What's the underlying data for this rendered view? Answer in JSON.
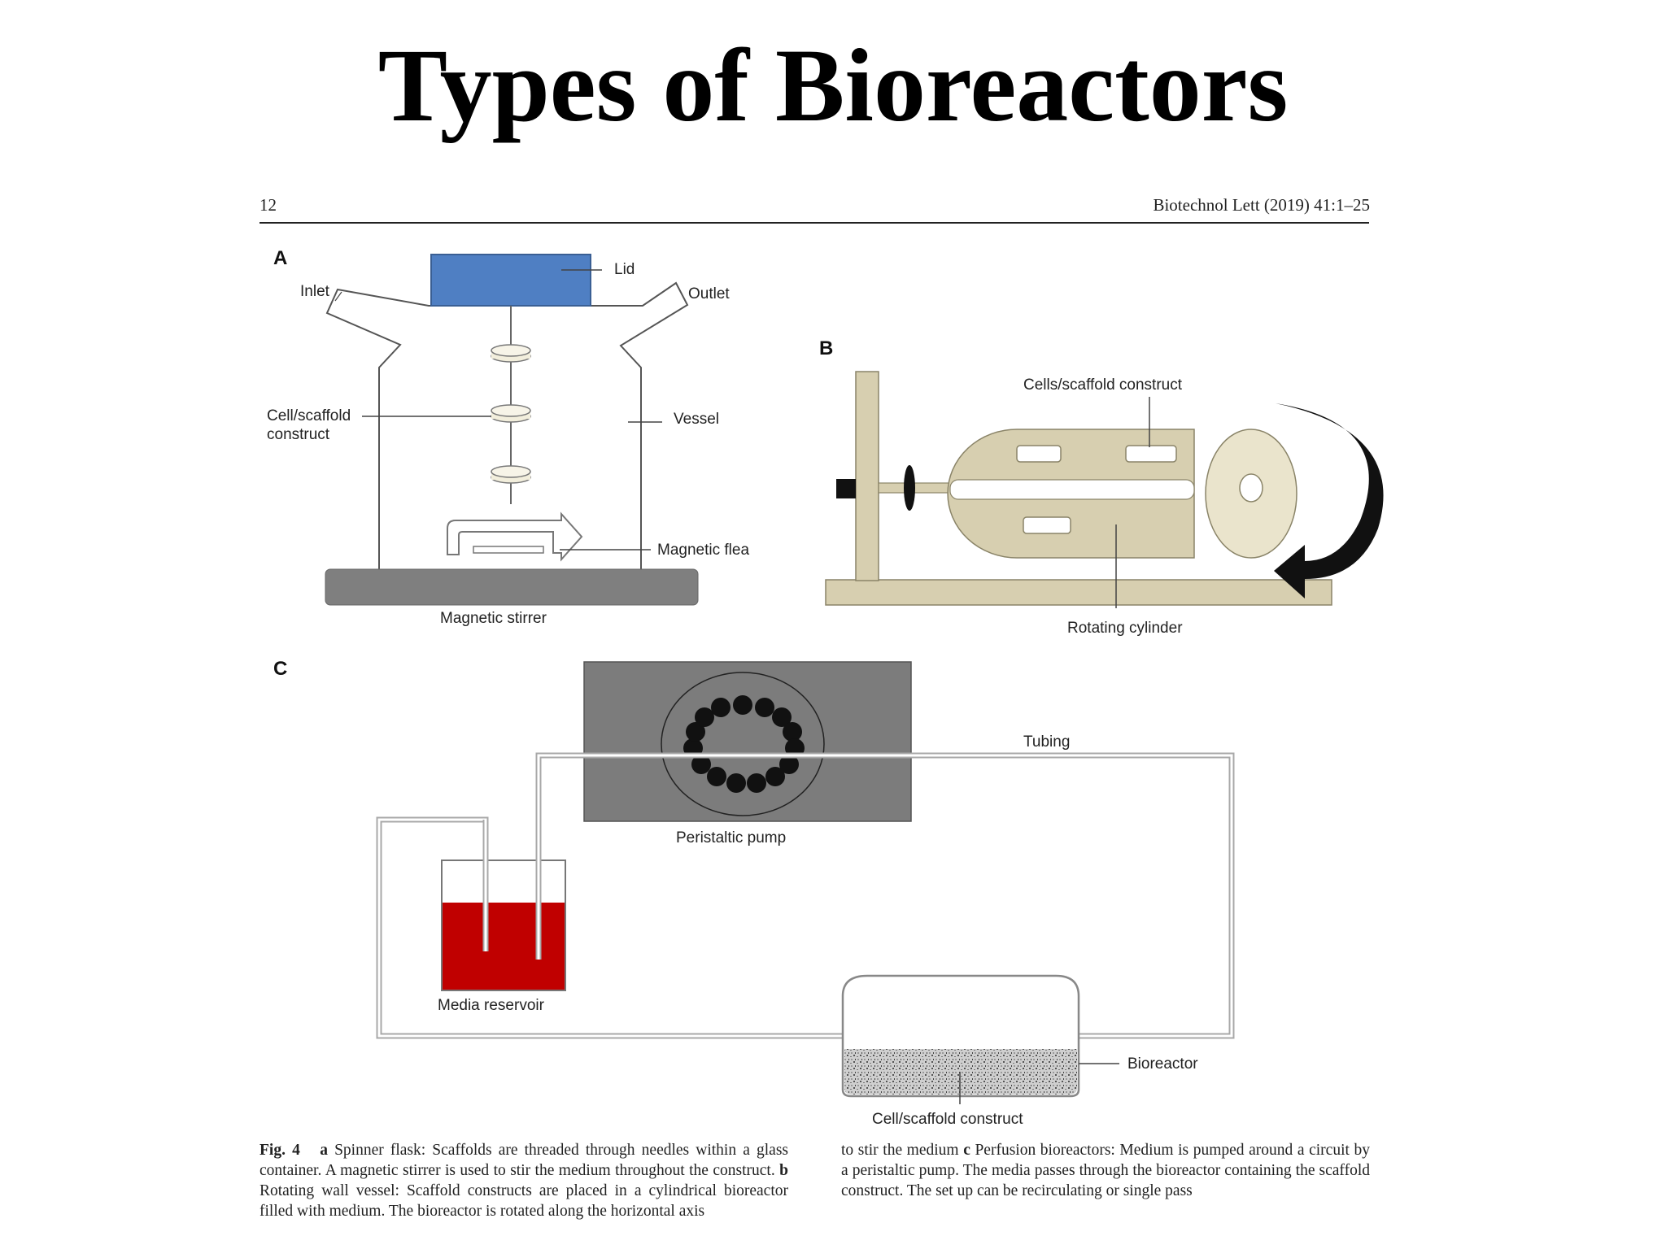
{
  "slide": {
    "title": "Types of Bioreactors"
  },
  "header": {
    "page_number": "12",
    "journal_ref": "Biotechnol Lett (2019) 41:1–25"
  },
  "panel_a": {
    "label": "A",
    "inlet": "Inlet",
    "lid": "Lid",
    "outlet": "Outlet",
    "construct_line1": "Cell/scaffold",
    "construct_line2": "construct",
    "vessel": "Vessel",
    "flea": "Magnetic flea",
    "stirrer": "Magnetic stirrer"
  },
  "panel_b": {
    "label": "B",
    "construct": "Cells/scaffold construct",
    "cylinder": "Rotating cylinder"
  },
  "panel_c": {
    "label": "C",
    "tubing": "Tubing",
    "pump": "Peristaltic pump",
    "reservoir": "Media reservoir",
    "bioreactor": "Bioreactor",
    "construct": "Cell/scaffold construct"
  },
  "caption": {
    "fig_label": "Fig. 4",
    "left_a_key": "a",
    "left_text_a": "Spinner flask: Scaffolds are threaded through needles within a glass container. A magnetic stirrer is used to stir the medium throughout the construct.",
    "left_b_key": "b",
    "left_text_b": "Rotating wall vessel: Scaffold constructs are placed in a cylindrical bioreactor filled with medium. The bioreactor is rotated along the horizontal axis",
    "right_text_1": "to stir the medium",
    "right_c_key": "c",
    "right_text_2": "Perfusion bioreactors: Medium is pumped around a circuit by a peristaltic pump. The media passes through the bioreactor containing the scaffold construct. The set up can be recirculating or single pass"
  },
  "colors": {
    "lid_blue": "#4f7fc3",
    "stirrer_gray": "#7f7f7f",
    "rwv_tan": "#d7cfb0",
    "media_red": "#c00000",
    "pump_gray": "#7c7c7c",
    "tubing_gray": "#a8a8a8"
  }
}
